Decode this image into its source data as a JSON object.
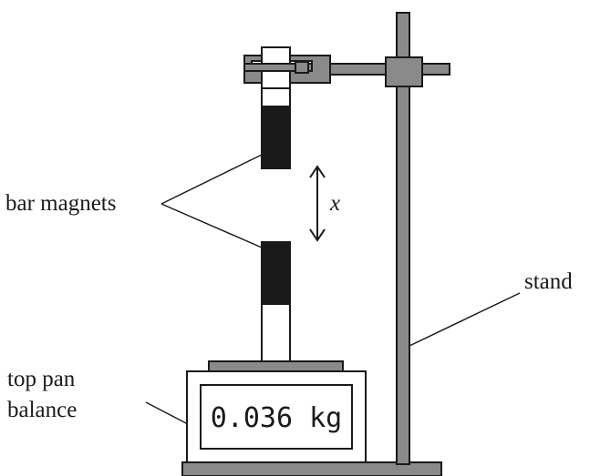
{
  "labels": {
    "bar_magnets": "bar magnets",
    "separation": "x",
    "stand": "stand",
    "balance_line1": "top pan",
    "balance_line2": "balance"
  },
  "balance_display": {
    "reading": "0.036 kg"
  },
  "colors": {
    "metal_grey": "#8a8a8a",
    "magnet_dark": "#1a1a1a",
    "outline": "#1a1a1a",
    "background": "#ffffff"
  }
}
